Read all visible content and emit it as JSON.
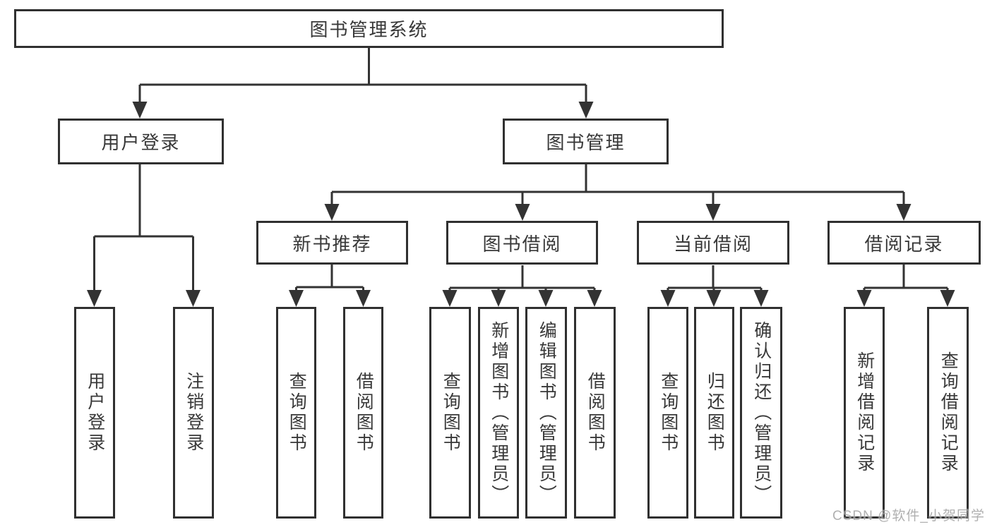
{
  "watermark": "CSDN @软件_小贺同学",
  "colors": {
    "line": "#333333",
    "border": "#303030",
    "text": "#383838",
    "watermark": "#a3a3a3",
    "background": "#ffffff"
  },
  "tree": {
    "root": {
      "label": "图书管理系统",
      "children": [
        {
          "label": "用户登录",
          "children": [
            {
              "label": "用户登录"
            },
            {
              "label": "注销登录"
            }
          ]
        },
        {
          "label": "图书管理",
          "children": [
            {
              "label": "新书推荐",
              "children": [
                {
                  "label": "查询图书"
                },
                {
                  "label": "借阅图书"
                }
              ]
            },
            {
              "label": "图书借阅",
              "children": [
                {
                  "label": "查询图书"
                },
                {
                  "label": "新增图书（管理员）"
                },
                {
                  "label": "编辑图书（管理员）"
                },
                {
                  "label": "借阅图书"
                }
              ]
            },
            {
              "label": "当前借阅",
              "children": [
                {
                  "label": "查询图书"
                },
                {
                  "label": "归还图书"
                },
                {
                  "label": "确认归还（管理员）"
                }
              ]
            },
            {
              "label": "借阅记录",
              "children": [
                {
                  "label": "新增借阅记录"
                },
                {
                  "label": "查询借阅记录"
                }
              ]
            }
          ]
        }
      ]
    }
  }
}
